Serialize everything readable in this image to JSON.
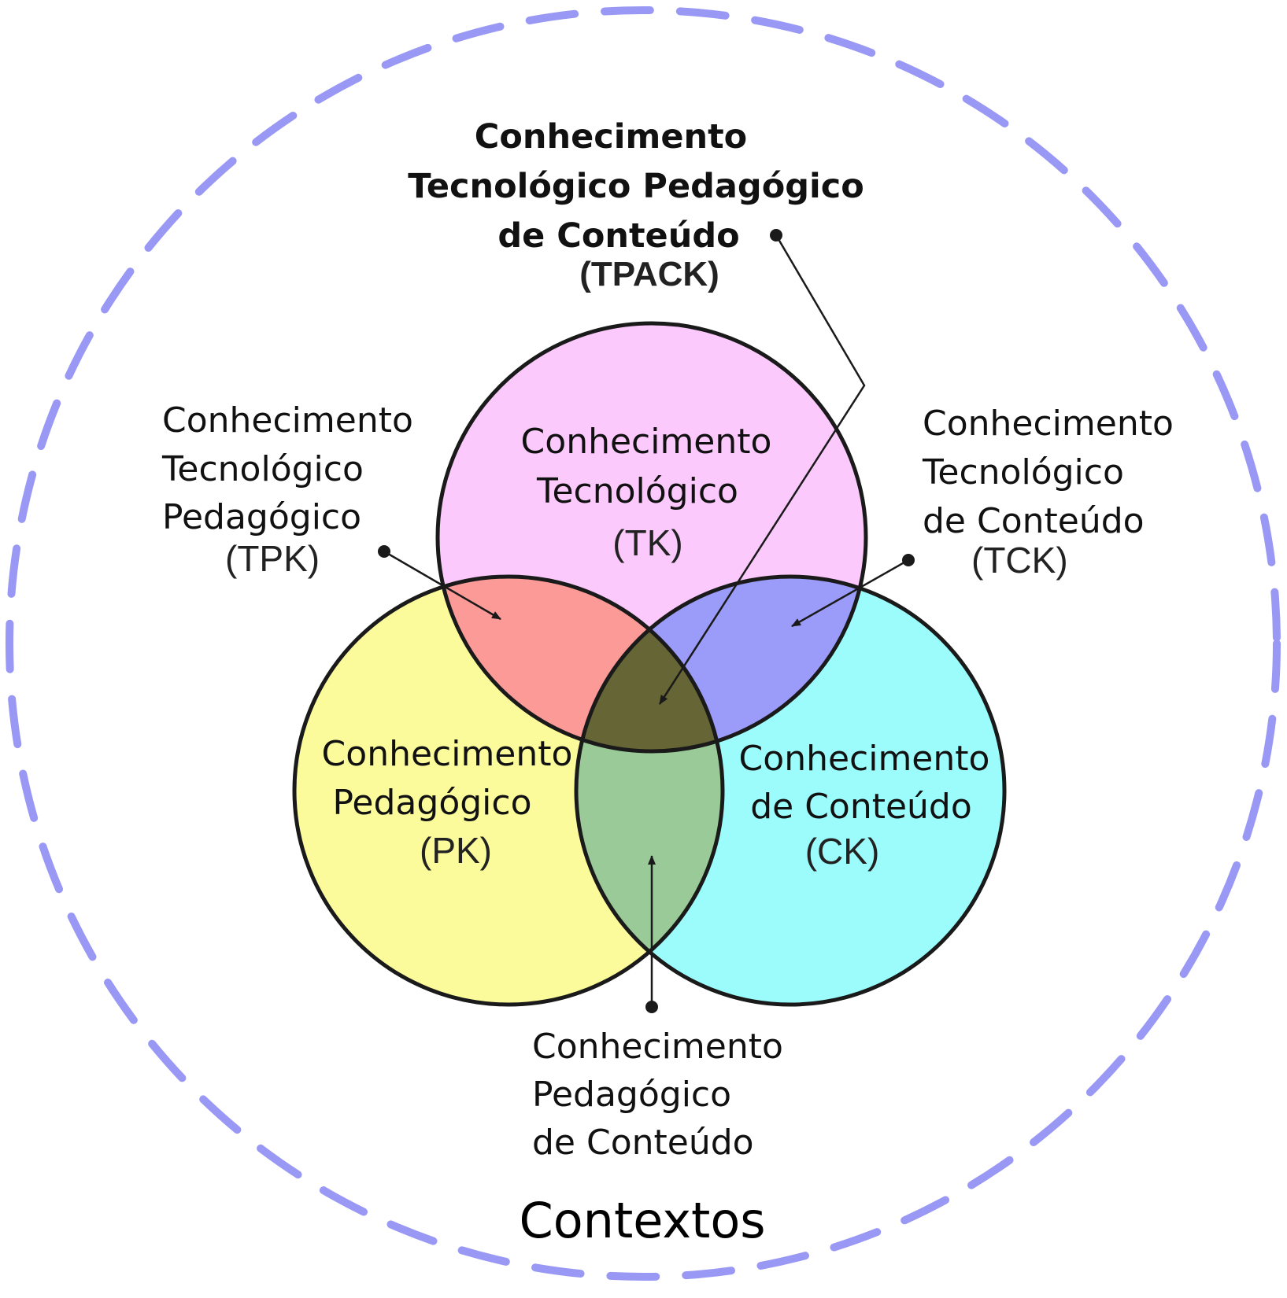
{
  "colors": {
    "context_ring": "#9999f5",
    "tk": "#fbc9fb",
    "pk": "#fbfb9c",
    "ck": "#9cfcfc",
    "tpk": "#fc9a98",
    "tck": "#9b9bfa",
    "pck": "#99ca98",
    "tpack": "#656535",
    "outline": "#1a1a1a"
  },
  "tpack": {
    "line1": "Conhecimento",
    "line2": "Tecnológico Pedagógico",
    "line3": "de Conteúdo",
    "abbr": "(TPACK)"
  },
  "tk": {
    "line1": "Conhecimento",
    "line2": "Tecnológico",
    "abbr": "(TK)"
  },
  "pk": {
    "line1": "Conhecimento",
    "line2": "Pedagógico",
    "abbr": "(PK)"
  },
  "ck": {
    "line1": "Conhecimento",
    "line2": "de Conteúdo",
    "abbr": "(CK)"
  },
  "tpk": {
    "line1": "Conhecimento",
    "line2": "Tecnológico",
    "line3": "Pedagógico",
    "abbr": "(TPK)"
  },
  "tck": {
    "line1": "Conhecimento",
    "line2": "Tecnológico",
    "line3": "de Conteúdo",
    "abbr": "(TCK)"
  },
  "pck": {
    "line1": "Conhecimento",
    "line2": "Pedagógico",
    "line3": "de Conteúdo"
  },
  "context": {
    "label": "Contextos"
  }
}
